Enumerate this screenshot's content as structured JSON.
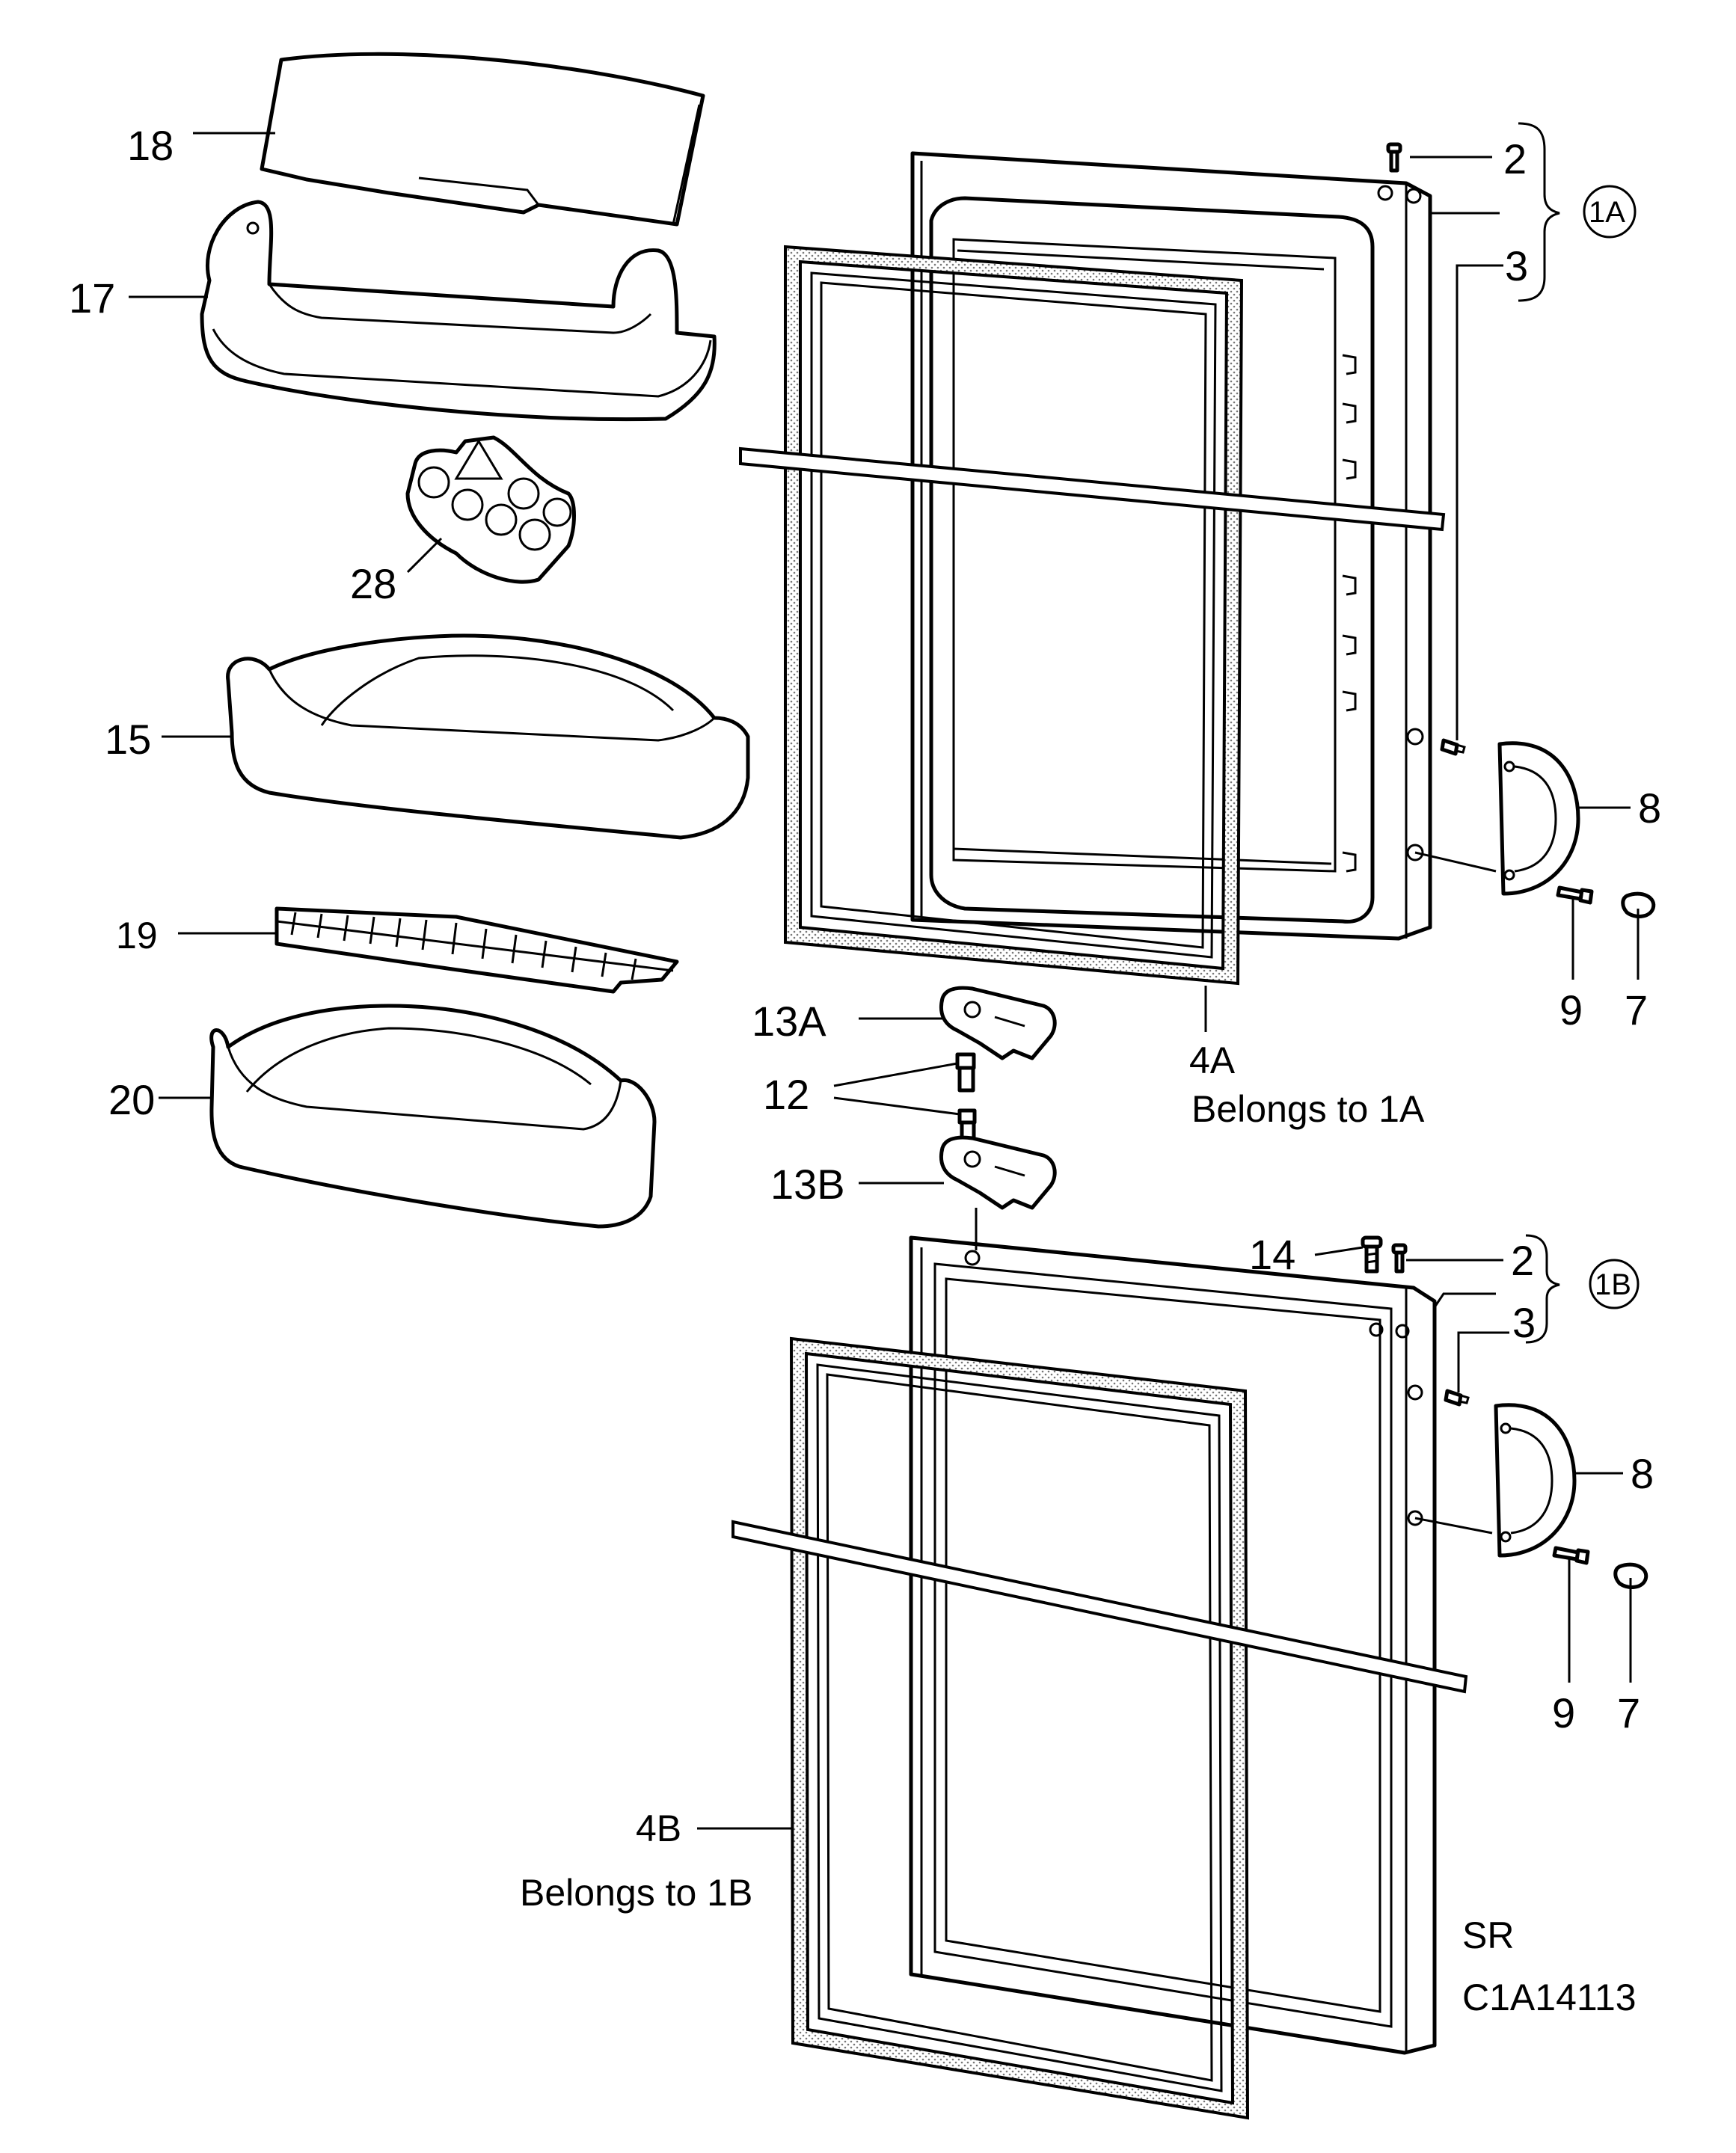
{
  "labels": {
    "p18": "18",
    "p17": "17",
    "p28": "28",
    "p15": "15",
    "p19": "19",
    "p20": "20",
    "p2a": "2",
    "p3a": "3",
    "g1a": "1A",
    "p8a": "8",
    "p9a": "9",
    "p7a": "7",
    "p13a": "13A",
    "p12": "12",
    "p13b": "13B",
    "p4a": "4A",
    "belongs1a": "Belongs to 1A",
    "p14": "14",
    "p2b": "2",
    "p3b": "3",
    "g1b": "1B",
    "p8b": "8",
    "p9b": "9",
    "p7b": "7",
    "p4b": "4B",
    "belongs1b": "Belongs to 1B",
    "sr": "SR",
    "code": "C1A14113"
  },
  "colors": {
    "line": "#000000",
    "paper": "#ffffff",
    "stipple": "#9a9a9a"
  }
}
